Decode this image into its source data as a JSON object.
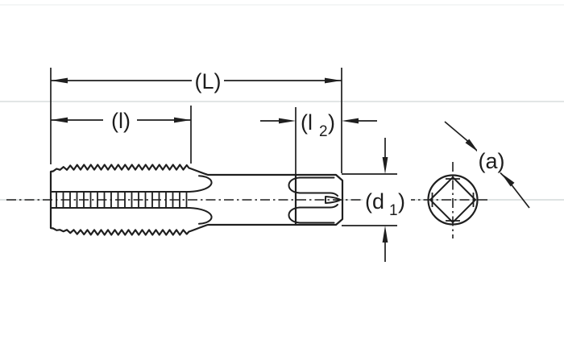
{
  "drawing": {
    "type": "technical-drawing",
    "subject": "hand tap - side view and end view",
    "colors": {
      "line": "#1f1f1f",
      "faint_guide": "#d9dddd",
      "background": "#ffffff"
    },
    "dimensions": {
      "overall_length": {
        "label": "(L)"
      },
      "thread_length": {
        "label": "(l)"
      },
      "square_length": {
        "open": "(l",
        "sub": "2",
        "close": ")"
      },
      "shank_diameter": {
        "open": "(d",
        "sub": "1",
        "close": ")"
      },
      "square_width": {
        "label": "(a)"
      }
    }
  }
}
